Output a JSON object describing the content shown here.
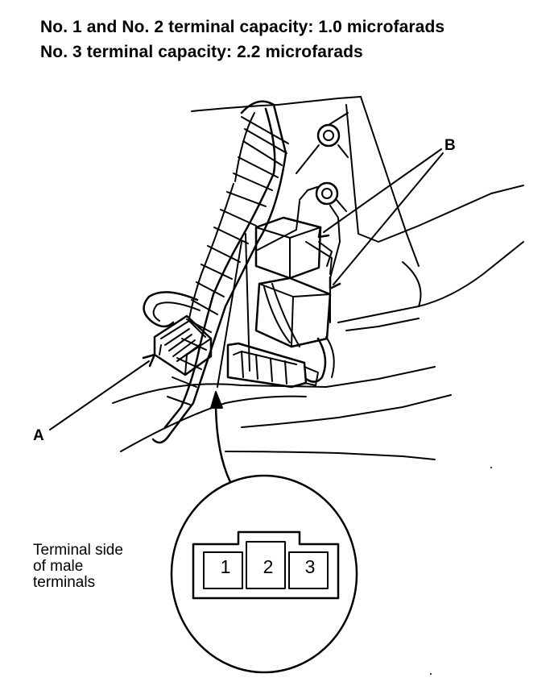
{
  "header": {
    "line1": "No. 1 and No. 2 terminal capacity: 1.0 microfarads",
    "line2": "No. 3 terminal capacity: 2.2 microfarads"
  },
  "callouts": {
    "a": "A",
    "b": "B"
  },
  "terminal_note": {
    "line1": "Terminal side",
    "line2": "of male",
    "line3": "terminals"
  },
  "pins": [
    "1",
    "2",
    "3"
  ]
}
